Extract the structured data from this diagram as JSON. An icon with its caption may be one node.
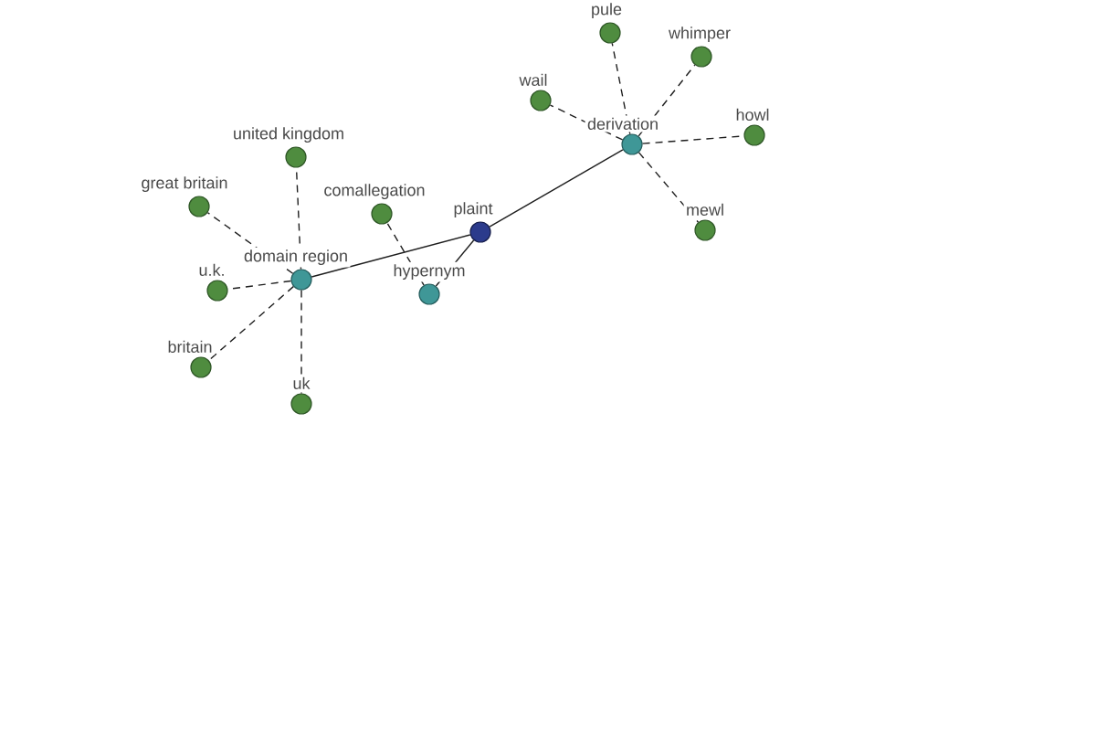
{
  "diagram": {
    "nodes": [
      {
        "text": [
          "pule"
        ]
      },
      {
        "text": [
          "whimper"
        ]
      },
      {
        "text": [
          "wail"
        ]
      },
      {
        "text": [
          "howl"
        ]
      },
      {
        "text": [
          "derivation"
        ]
      },
      {
        "text": [
          "united kingdom"
        ]
      },
      {
        "text": [
          "great britain"
        ]
      },
      {
        "text": [
          "comallegation"
        ]
      },
      {
        "text": [
          "mewl"
        ]
      },
      {
        "text": [
          "plaint"
        ]
      },
      {
        "text": [
          "domain region"
        ]
      },
      {
        "text": [
          "u.k."
        ]
      },
      {
        "text": [
          "hypernym"
        ]
      },
      {
        "text": [
          "britain"
        ]
      },
      {
        "text": [
          "uk"
        ]
      }
    ],
    "edges": [
      {
        "from": 9,
        "to": 10,
        "arrow": "none"
      },
      {
        "from": 9,
        "to": 12,
        "arrow": "none"
      },
      {
        "from": 9,
        "to": 4,
        "arrow": "none"
      },
      {
        "from": 12,
        "to": 7,
        "arrow": "none",
        "style": "dashed"
      },
      {
        "from": 4,
        "to": 0,
        "arrow": "none",
        "style": "dashed"
      },
      {
        "from": 4,
        "to": 1,
        "arrow": "none",
        "style": "dashed"
      },
      {
        "from": 4,
        "to": 2,
        "arrow": "none",
        "style": "dashed"
      },
      {
        "from": 4,
        "to": 3,
        "arrow": "none",
        "style": "dashed"
      },
      {
        "from": 4,
        "to": 8,
        "arrow": "none",
        "style": "dashed"
      },
      {
        "from": 10,
        "to": 5,
        "arrow": "none",
        "style": "dashed"
      },
      {
        "from": 10,
        "to": 6,
        "arrow": "none",
        "style": "dashed"
      },
      {
        "from": 10,
        "to": 11,
        "arrow": "none",
        "style": "dashed"
      },
      {
        "from": 10,
        "to": 13,
        "arrow": "none",
        "style": "dashed"
      },
      {
        "from": 10,
        "to": 14,
        "arrow": "none",
        "style": "dashed"
      }
    ]
  }
}
